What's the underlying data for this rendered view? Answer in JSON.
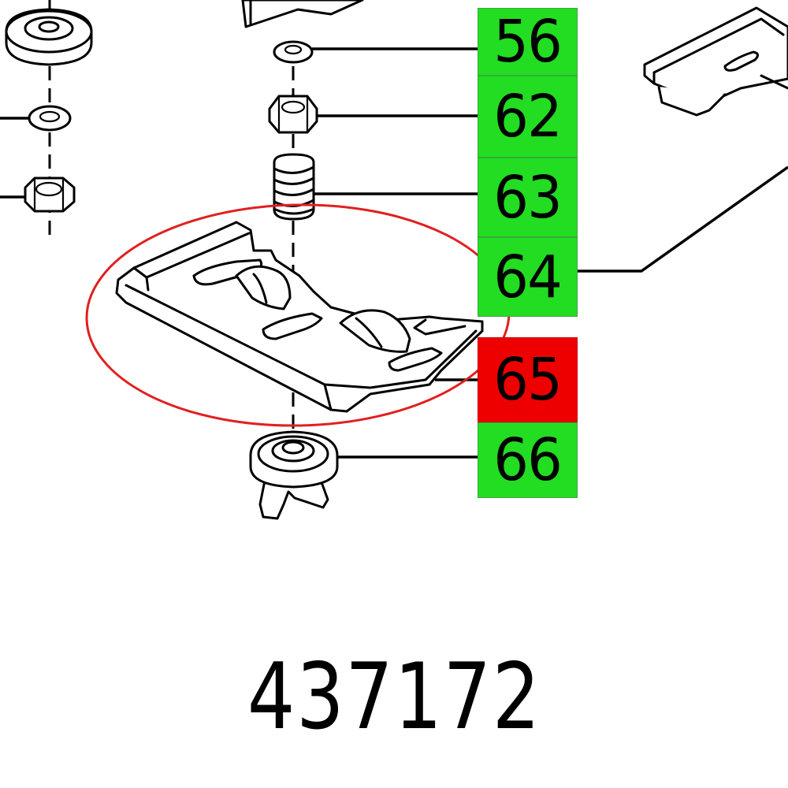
{
  "labels": [
    {
      "number": "56",
      "status": "available"
    },
    {
      "number": "62",
      "status": "available"
    },
    {
      "number": "63",
      "status": "available"
    },
    {
      "number": "64",
      "status": "available"
    },
    {
      "number": "65",
      "status": "selected"
    },
    {
      "number": "66",
      "status": "available"
    }
  ],
  "article_number": "437172",
  "colors": {
    "available": "#22dd22",
    "selected": "#ee0000",
    "highlight_ellipse": "#e02020",
    "line_art": "#000000",
    "background": "#ffffff"
  },
  "icons": [
    "washer-icon",
    "hex-nut-icon",
    "spring-icon",
    "slide-plate-icon",
    "wing-knob-icon",
    "bracket-icon"
  ]
}
